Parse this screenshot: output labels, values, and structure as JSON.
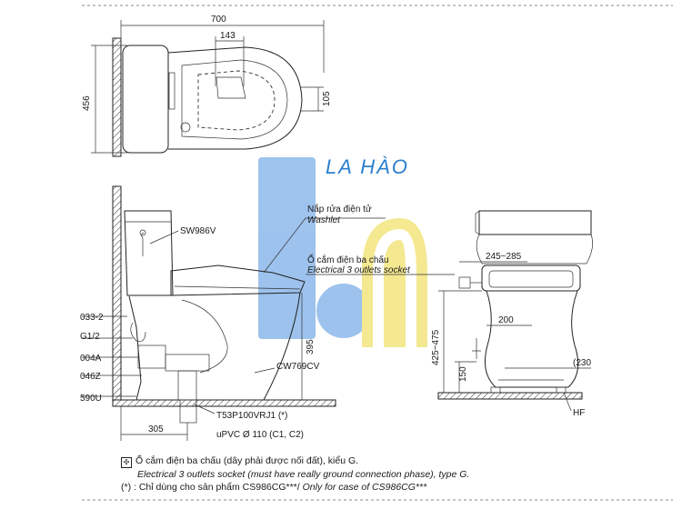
{
  "watermark": {
    "brand": "LA HÀO",
    "colors": {
      "blue": "#6fa3e0",
      "yellow": "#f2e27a",
      "text": "#2b7fd0"
    }
  },
  "top_view": {
    "dim_width": "700",
    "dim_height": "456",
    "dim_offset": "143",
    "dim_right": "105"
  },
  "side_view": {
    "labels": {
      "tank": "SW986V",
      "washlet_vi": "Nắp rửa điện tử",
      "washlet_en": "Washlet",
      "socket_vi": "Ổ cắm điện ba chấu",
      "socket_en": "Electrical 3 outlets socket",
      "bowl": "CW769CV",
      "height_dim": "395",
      "valve": "T53P100VRJ1 (*)",
      "drain": "uPVC Ø 110 (C1, C2)",
      "wall_dim": "305",
      "part1": "033-2",
      "part2": "G1/2",
      "part3": "004A",
      "part4": "046Z",
      "part5": "590U"
    }
  },
  "front_view": {
    "dim_socket": "245~285",
    "dim_seat_height": "425~475",
    "dim_200": "200",
    "dim_150": "150",
    "dim_230": "(230",
    "label_hf": "HF"
  },
  "notes": {
    "line1_vi": "Ổ cắm điện ba chấu (dây phải được nối đất), kiểu G.",
    "line1_en": "Electrical 3 outlets socket (must have really ground connection phase), type G.",
    "line2_prefix": "(*) : Chỉ dùng cho sản phẩm CS986CG***/",
    "line2_en": "Only for case of CS986CG***"
  }
}
